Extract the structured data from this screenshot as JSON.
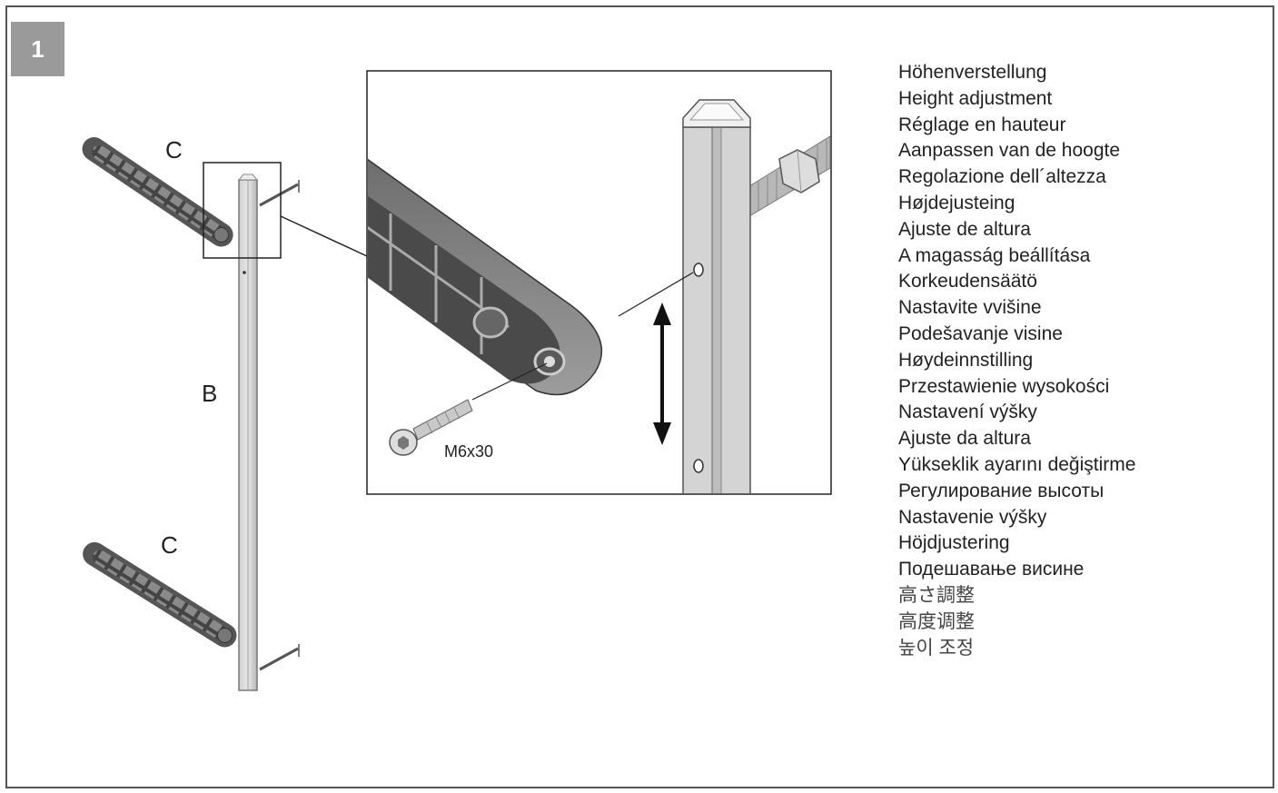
{
  "step": {
    "number": "1"
  },
  "labels": {
    "part_c_top": "C",
    "part_b": "B",
    "part_c_bottom": "C",
    "screw": "M6x30"
  },
  "translations": [
    "Höhenverstellung",
    "Height adjustment",
    "Réglage en hauteur",
    "Aanpassen van de hoogte",
    "Regolazione dell´altezza",
    "Højdejusteing",
    "Ajuste de altura",
    "A magasság beállítása",
    "Korkeudensäätö",
    "Nastavite vvišine",
    "Podešavanje visine",
    "Høydeinnstilling",
    "Przestawienie wysokości",
    "Nastavení výšky",
    "Ajuste da altura",
    "Yükseklik ayarını değiştirme",
    "Регулирование высоты",
    "Nastavenie výšky",
    "Höjdjustering",
    "Подешавање висине",
    "高さ調整",
    "高度调整",
    "높이 조정"
  ]
}
